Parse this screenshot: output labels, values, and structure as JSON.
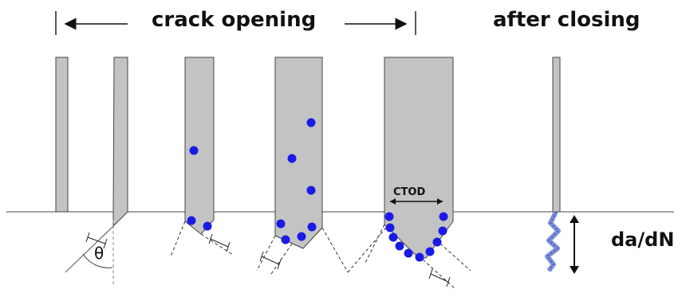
{
  "title_opening": "crack opening",
  "title_after": "after closing",
  "ctod_label": "CTOD",
  "theta_label": "θ",
  "rate_label": "da/dN",
  "colors": {
    "specimen_fill": "#c3c3c3",
    "outline": "#444444",
    "dot": "#1a1ae6",
    "crack_fill": "#7a8fd6"
  }
}
